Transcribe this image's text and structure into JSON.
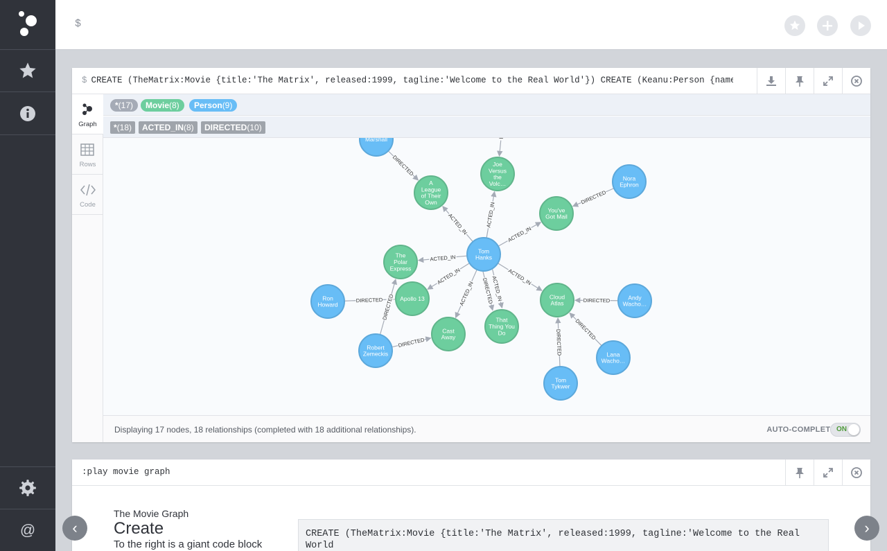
{
  "editor": {
    "prompt": "$"
  },
  "result_frame": {
    "command": "CREATE (TheMatrix:Movie {title:'The Matrix', released:1999, tagline:'Welcome to the Real World'}) CREATE (Keanu:Person {name:'…",
    "tabs": [
      {
        "label": "Graph",
        "icon": "graph-icon"
      },
      {
        "label": "Rows",
        "icon": "table-icon"
      },
      {
        "label": "Code",
        "icon": "code-icon"
      }
    ],
    "node_legend": [
      {
        "label": "*",
        "count": "(17)",
        "color": "#a5abb6"
      },
      {
        "label": "Movie",
        "count": "(8)",
        "color": "#68bdf6"
      },
      {
        "label": "Person",
        "count": "(9)",
        "color": "#68bdf6"
      }
    ],
    "node_legend_colors": {
      "all": "#a5abb6",
      "movie": "#6dce9e",
      "person": "#68bdf6"
    },
    "rel_legend": [
      {
        "label": "*",
        "count": "(18)"
      },
      {
        "label": "ACTED_IN",
        "count": "(8)"
      },
      {
        "label": "DIRECTED",
        "count": "(10)"
      }
    ],
    "status": "Displaying 17 nodes, 18 relationships (completed with 18 additional relationships).",
    "autocomplete_label": "AUTO-COMPLETE",
    "toggle_state": "ON",
    "graph": {
      "nodes": [
        {
          "id": "tom_hanks",
          "type": "Person",
          "lines": [
            "Tom",
            "Hanks"
          ]
        },
        {
          "id": "penny",
          "type": "Person",
          "lines": [
            "Marshall"
          ]
        },
        {
          "id": "league",
          "type": "Movie",
          "lines": [
            "A",
            "League",
            "of Their",
            "Own"
          ]
        },
        {
          "id": "joe",
          "type": "Movie",
          "lines": [
            "Joe",
            "Versus",
            "the",
            "Volc…"
          ]
        },
        {
          "id": "nora",
          "type": "Person",
          "lines": [
            "Nora",
            "Ephron"
          ]
        },
        {
          "id": "mail",
          "type": "Movie",
          "lines": [
            "You've",
            "Got Mail"
          ]
        },
        {
          "id": "polar",
          "type": "Movie",
          "lines": [
            "The",
            "Polar",
            "Express"
          ]
        },
        {
          "id": "apollo",
          "type": "Movie",
          "lines": [
            "Apollo 13"
          ]
        },
        {
          "id": "ron",
          "type": "Person",
          "lines": [
            "Ron",
            "Howard"
          ]
        },
        {
          "id": "cast",
          "type": "Movie",
          "lines": [
            "Cast",
            "Away"
          ]
        },
        {
          "id": "robert",
          "type": "Person",
          "lines": [
            "Robert",
            "Zemeckis"
          ]
        },
        {
          "id": "thing",
          "type": "Movie",
          "lines": [
            "That",
            "Thing You",
            "Do"
          ]
        },
        {
          "id": "cloud",
          "type": "Movie",
          "lines": [
            "Cloud",
            "Atlas"
          ]
        },
        {
          "id": "andy",
          "type": "Person",
          "lines": [
            "Andy",
            "Wacho…"
          ]
        },
        {
          "id": "lana",
          "type": "Person",
          "lines": [
            "Lana",
            "Wacho…"
          ]
        },
        {
          "id": "tykwer",
          "type": "Person",
          "lines": [
            "Tom",
            "Tykwer"
          ]
        },
        {
          "id": "offscreen",
          "type": "Person",
          "lines": []
        }
      ],
      "relationships": [
        {
          "from": "penny",
          "to": "league",
          "type": "DIRECTED"
        },
        {
          "from": "offscreen",
          "to": "joe",
          "type": "DIR"
        },
        {
          "from": "tom_hanks",
          "to": "league",
          "type": "ACTED_IN"
        },
        {
          "from": "tom_hanks",
          "to": "joe",
          "type": "ACTED_IN"
        },
        {
          "from": "nora",
          "to": "mail",
          "type": "DIRECTED"
        },
        {
          "from": "tom_hanks",
          "to": "mail",
          "type": "ACTED_IN"
        },
        {
          "from": "tom_hanks",
          "to": "polar",
          "type": "ACTED_IN"
        },
        {
          "from": "tom_hanks",
          "to": "apollo",
          "type": "ACTED_IN"
        },
        {
          "from": "tom_hanks",
          "to": "cast",
          "type": "ACTED_IN"
        },
        {
          "from": "tom_hanks",
          "to": "thing",
          "type": "ACTED_IN"
        },
        {
          "from": "tom_hanks",
          "to": "thing",
          "type": "DIRECTED"
        },
        {
          "from": "tom_hanks",
          "to": "cloud",
          "type": "ACTED_IN"
        },
        {
          "from": "ron",
          "to": "apollo",
          "type": "DIRECTED"
        },
        {
          "from": "robert",
          "to": "polar",
          "type": "DIRECTED"
        },
        {
          "from": "robert",
          "to": "cast",
          "type": "DIRECTED"
        },
        {
          "from": "andy",
          "to": "cloud",
          "type": "DIRECTED"
        },
        {
          "from": "lana",
          "to": "cloud",
          "type": "DIRECTED"
        },
        {
          "from": "tykwer",
          "to": "cloud",
          "type": "DIRECTED"
        }
      ],
      "colors": {
        "Person": "#68bdf6",
        "Movie": "#6dce9e",
        "Person_border": "#5ca8db",
        "Movie_border": "#60b58b",
        "line": "#a5abb6"
      }
    }
  },
  "guide_frame": {
    "command": ":play movie graph",
    "subtitle": "The Movie Graph",
    "title": "Create",
    "text": "To the right is a giant code block",
    "code_line1": "CREATE (TheMatrix:Movie {title:'The Matrix', released:1999, tagline:'Welcome to the Real World",
    "code_line2": "'})",
    "prev": "‹",
    "next": "›"
  }
}
